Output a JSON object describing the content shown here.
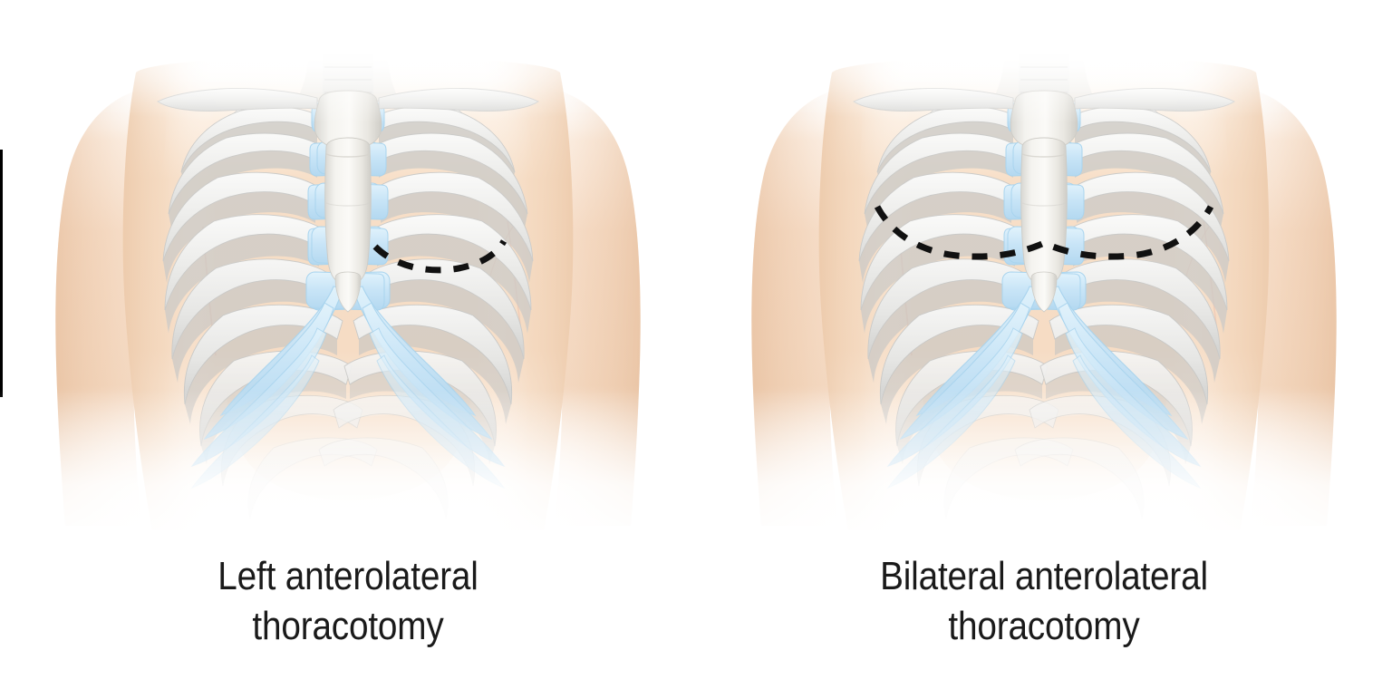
{
  "figure": {
    "kind": "medical-illustration",
    "subject": "Anterior thorax with rib cage and surgical incision markings",
    "background_color": "#ffffff",
    "panel_count": 2
  },
  "panels": [
    {
      "id": "left-anterolateral",
      "caption": "Left anterolateral\nthoracotomy",
      "caption_line_1": "Left anterolateral",
      "caption_line_2": "thoracotomy",
      "incision": {
        "name": "left-anterolateral-incision",
        "style": "dashed",
        "color": "#111111",
        "side": "patient-left",
        "description": "Single curved dashed line from the sternal border arcing laterally across the left 4th-5th intercostal space"
      }
    },
    {
      "id": "bilateral-anterolateral",
      "caption": "Bilateral anterolateral\nthoracotomy",
      "caption_line_1": "Bilateral anterolateral",
      "caption_line_2": "thoracotomy",
      "incision": {
        "name": "bilateral-clamshell-incision",
        "style": "dashed",
        "color": "#111111",
        "side": "bilateral",
        "description": "Continuous dashed clamshell line crossing the sternum and arcing laterally to both sides"
      }
    }
  ],
  "anatomy": {
    "labels": {
      "skin": "skin-and-soft-tissue",
      "arm": "upper-arm",
      "clavicle": "clavicle",
      "sternum": "sternum",
      "manubrium": "manubrium",
      "xiphoid": "xiphoid-process",
      "ribs": "ribs",
      "costal_cartilage": "costal-cartilage",
      "costal_margin": "costal-margin",
      "trachea": "trachea"
    },
    "rib_pair_count": 10,
    "cartilage_pair_count": 7
  },
  "colors": {
    "skin_light": "#fdf1e6",
    "skin_mid": "#f7dfc8",
    "skin_deep": "#f2d4b8",
    "skin_shadow": "#ecc8a8",
    "skin_line": "#e9b7a6",
    "bone_light": "#f2f2f0",
    "bone_mid": "#e4e4e2",
    "bone_shadow": "#c9c9c7",
    "bone_edge": "#b8b8b6",
    "cartilage": "#c8e4f6",
    "cartilage_light": "#dcf0fb",
    "cartilage_edge": "#a9d4ee",
    "incision": "#111111",
    "caption_text": "#1a1a1a",
    "background": "#ffffff",
    "edge_rule": "#000000"
  },
  "edge_rule": {
    "name": "left-edge-rule",
    "present": true,
    "color": "#000000"
  }
}
